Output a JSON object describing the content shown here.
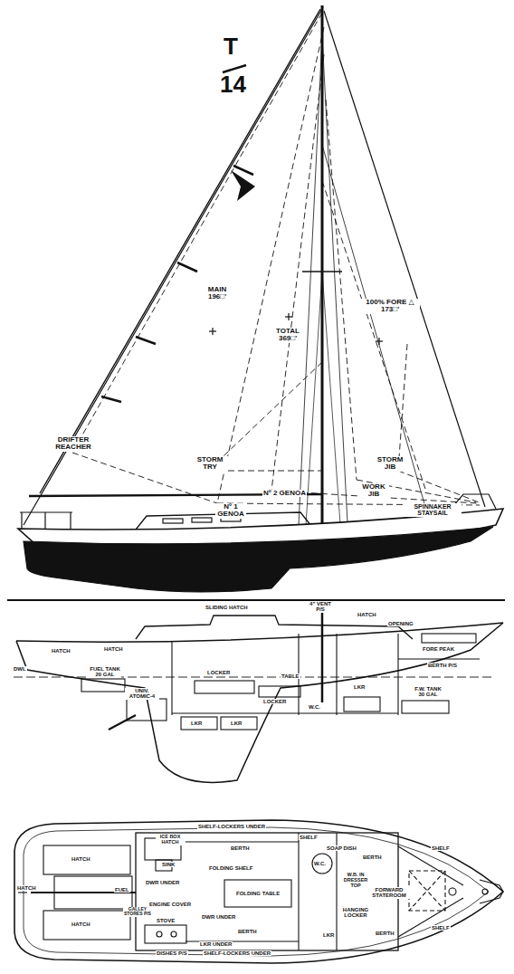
{
  "diagram": {
    "labels": [
      "T",
      "14",
      "MAIN 196□'",
      "TOTAL 369□'",
      "100% FORE △ 173□'",
      "DRIFTER REACHER",
      "STORM TRY",
      "STORM JIB",
      "Nº 2 GENOA",
      "WORK JIB",
      "SPINNAKER STAYSAIL",
      "Nº 1 GENOA",
      "SLIDING HATCH",
      "4\" VENT P/S",
      "HATCH",
      "OPENING",
      "FORE PEAK",
      "BERTH P/S",
      "HATCH",
      "HATCH",
      "FUEL TANK 20 GAL",
      "DWL",
      "UNIV. ATOMIC-4",
      "LOCKER",
      "TABLE",
      "LOCKER",
      "W.C.",
      "LKR",
      "LKR",
      "LKR",
      "F.W. TANK 30 GAL",
      "SHELF-LOCKERS UNDER",
      "ICE BOX HATCH",
      "BERTH",
      "SHELF",
      "SOAP DISH",
      "W.C.",
      "SINK",
      "FOLDING SHELF",
      "DWR UNDER",
      "ENGINE COVER",
      "FOLDING TABLE",
      "W.B. IN DRESSER TOP",
      "BERTH",
      "FORWARD STATEROOM",
      "SHELF",
      "HATCH",
      "HATCH",
      "FUEL",
      "HATCH",
      "GALLEY STORES P/S",
      "DWR UNDER",
      "STOVE",
      "BERTH",
      "LKR UNDER",
      "LKR",
      "HANGING LOCKER",
      "BERTH",
      "SHELF",
      "DISHES P/S",
      "SHELF-LOCKERS UNDER"
    ]
  }
}
